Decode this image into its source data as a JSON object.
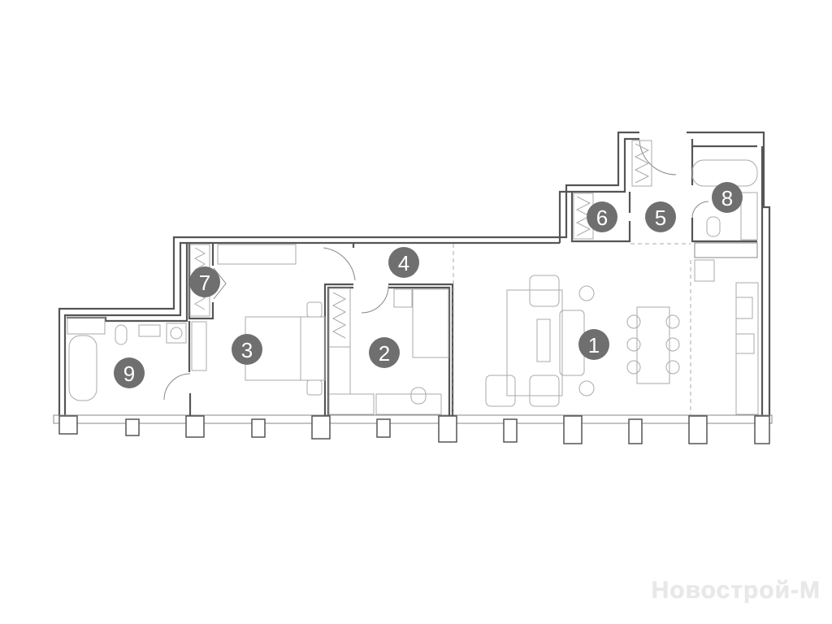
{
  "plan": {
    "rooms": [
      {
        "number": "1",
        "label": "1"
      },
      {
        "number": "2",
        "label": "2"
      },
      {
        "number": "3",
        "label": "3"
      },
      {
        "number": "4",
        "label": "4"
      },
      {
        "number": "5",
        "label": "5"
      },
      {
        "number": "6",
        "label": "6"
      },
      {
        "number": "7",
        "label": "7"
      },
      {
        "number": "8",
        "label": "8"
      },
      {
        "number": "9",
        "label": "9"
      }
    ],
    "marker_color": "#6f6f6f"
  },
  "watermark": "Новострой-М"
}
